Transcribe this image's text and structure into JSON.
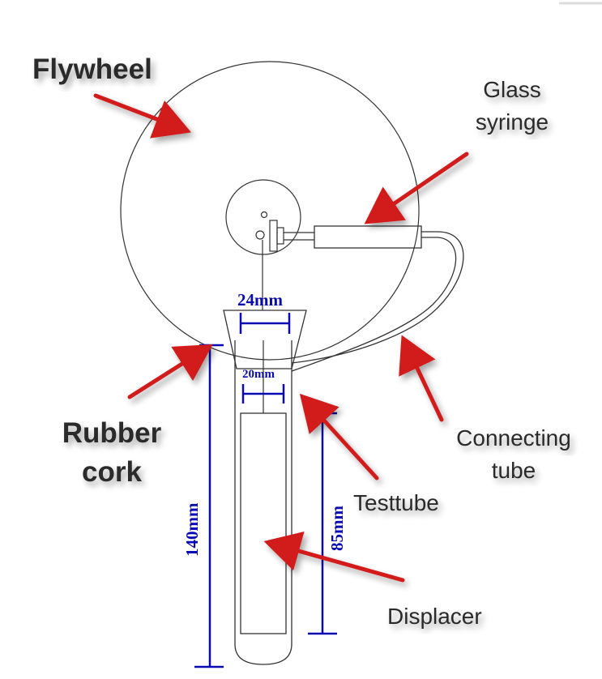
{
  "labels": {
    "flywheel": "Flywheel",
    "glass_syringe_line1": "Glass",
    "glass_syringe_line2": "syringe",
    "rubber_cork_line1": "Rubber",
    "rubber_cork_line2": "cork",
    "connecting_tube_line1": "Connecting",
    "connecting_tube_line2": "tube",
    "testtube": "Testtube",
    "displacer": "Displacer"
  },
  "dimensions": {
    "cork_top_width": "24mm",
    "tube_width": "20mm",
    "overall_height": "140mm",
    "displacer_height": "85mm"
  },
  "colors": {
    "arrow": "#d21f1f",
    "dimension": "#0a0ab4",
    "outline": "#333333",
    "label_text": "#2b2b2b"
  }
}
